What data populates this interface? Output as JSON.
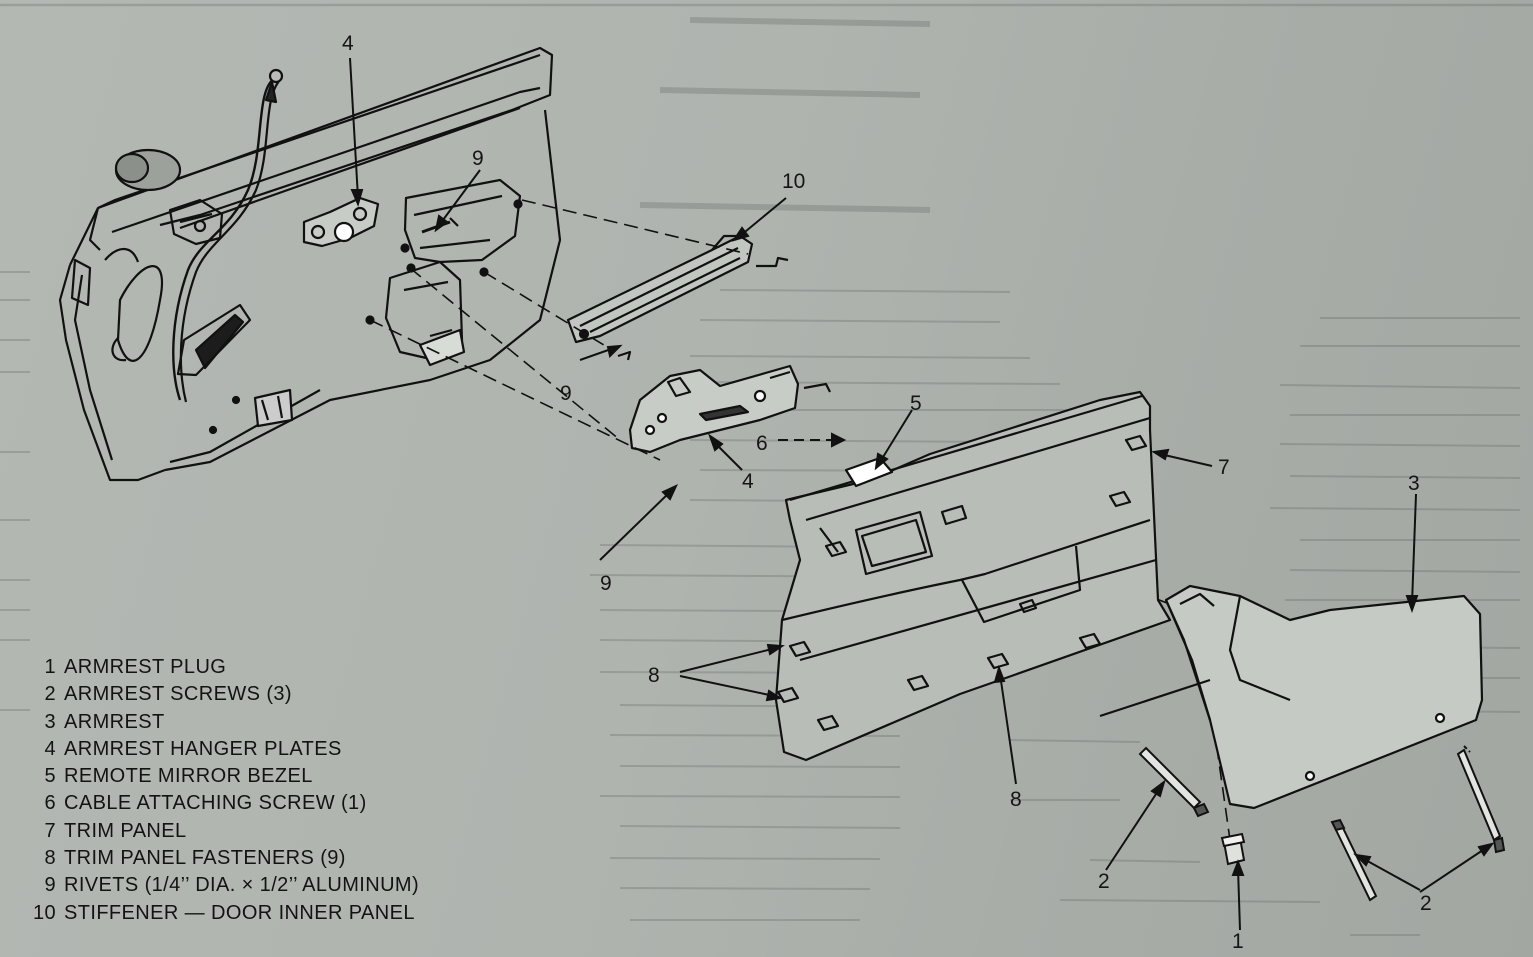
{
  "figure": {
    "callouts": {
      "c4_top": "4",
      "c9_top": "9",
      "c10": "10",
      "c9_mid": "9",
      "c5": "5",
      "c6": "6",
      "c4_mid": "4",
      "c7": "7",
      "c3": "3",
      "c9_low": "9",
      "c8_left": "8",
      "c8_low": "8",
      "c2_left": "2",
      "c1": "1",
      "c2_right": "2"
    },
    "legend": [
      {
        "num": "1",
        "label": "ARMREST PLUG"
      },
      {
        "num": "2",
        "label": "ARMREST SCREWS (3)"
      },
      {
        "num": "3",
        "label": "ARMREST"
      },
      {
        "num": "4",
        "label": "ARMREST HANGER PLATES"
      },
      {
        "num": "5",
        "label": "REMOTE MIRROR BEZEL"
      },
      {
        "num": "6",
        "label": "CABLE ATTACHING SCREW (1)"
      },
      {
        "num": "7",
        "label": "TRIM PANEL"
      },
      {
        "num": "8",
        "label": "TRIM PANEL FASTENERS (9)"
      },
      {
        "num": "9",
        "label": "RIVETS (1/4’’ DIA. × 1/2’’ ALUMINUM)"
      },
      {
        "num": "10",
        "label": "STIFFENER — DOOR INNER PANEL"
      }
    ]
  },
  "colors": {
    "paper": "#b0b4af",
    "ink": "#151515",
    "bleed_through": "#565a57"
  }
}
